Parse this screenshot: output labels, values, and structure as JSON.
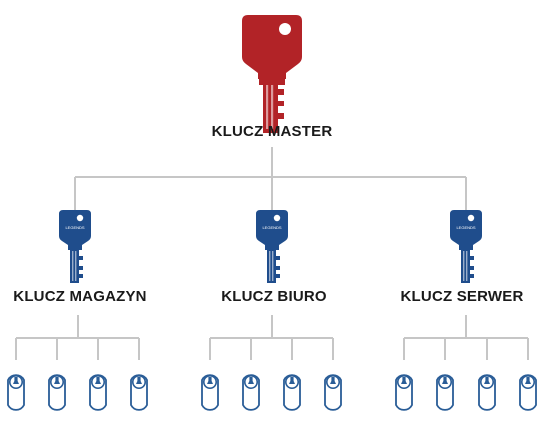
{
  "colors": {
    "master": "#b22327",
    "group": "#1f4d8c",
    "cylinder": "#2a5d97",
    "line": "#c6c6c6"
  },
  "master": {
    "label": "KLUCZ MASTER",
    "icon": "red-master-key-icon"
  },
  "groups": [
    {
      "label": "KLUCZ MAGAZYN",
      "key_text": "LEGENDS",
      "icon": "blue-key-icon",
      "cylinders": 4
    },
    {
      "label": "KLUCZ BIURO",
      "key_text": "LEGENDS",
      "icon": "blue-key-icon",
      "cylinders": 4
    },
    {
      "label": "KLUCZ SERWER",
      "key_text": "LEGENDS",
      "icon": "blue-key-icon",
      "cylinders": 4
    }
  ],
  "cylinder_icon": "lock-cylinder-icon"
}
